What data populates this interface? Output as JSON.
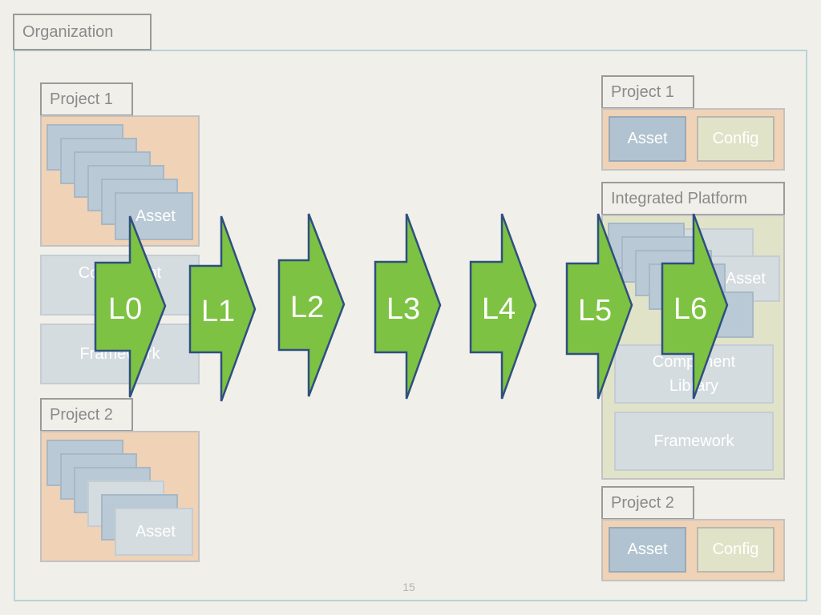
{
  "organization": {
    "label": "Organization"
  },
  "left": {
    "project1": {
      "label": "Project 1",
      "asset_label": "Asset"
    },
    "component_library": {
      "label": "Component Library"
    },
    "framework": {
      "label": "Framework"
    },
    "project2": {
      "label": "Project 2",
      "asset_label": "Asset"
    }
  },
  "right": {
    "project1": {
      "label": "Project 1",
      "asset": "Asset",
      "config": "Config"
    },
    "platform": {
      "label": "Integrated Platform",
      "asset_label": "Asset",
      "component_library": "Component Library",
      "framework": "Framework"
    },
    "project2": {
      "label": "Project 2",
      "asset": "Asset",
      "config": "Config"
    }
  },
  "levels": [
    "L0",
    "L1",
    "L2",
    "L3",
    "L4",
    "L5",
    "L6"
  ],
  "colors": {
    "arrow_fill": "#7dc242",
    "arrow_stroke": "#2f4f7f",
    "frame": "#b5d3d8"
  },
  "page_number": "15"
}
